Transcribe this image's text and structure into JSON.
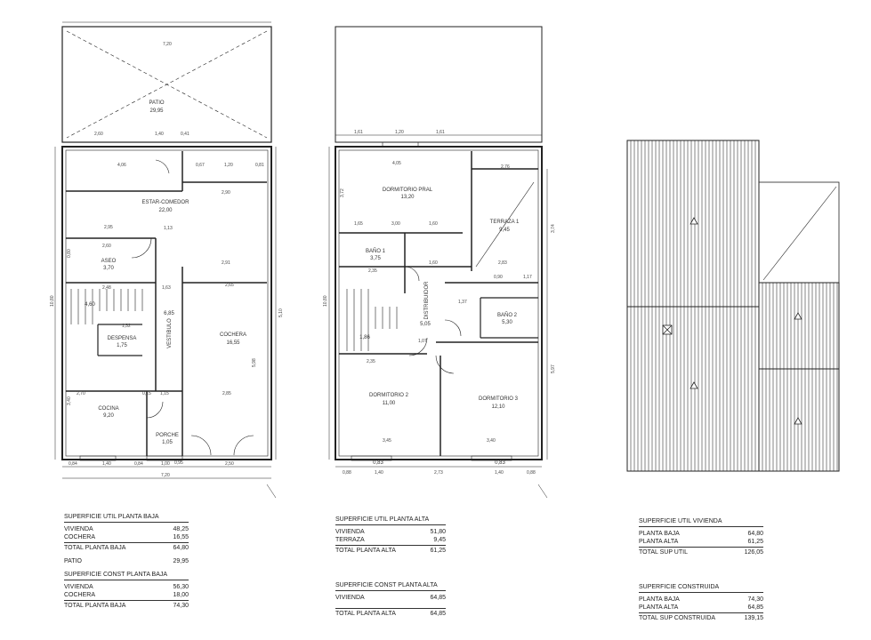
{
  "plan_baja": {
    "rooms": [
      {
        "name": "PATIO",
        "area": "29,95"
      },
      {
        "name": "ESTAR-COMEDOR",
        "area": "22,00"
      },
      {
        "name": "ASEO",
        "area": "3,70"
      },
      {
        "name": "DESPENSA",
        "area": "1,75"
      },
      {
        "name": "VESTIBULO",
        "area": "6,85"
      },
      {
        "name": "COCHERA",
        "area": "16,55"
      },
      {
        "name": "COCINA",
        "area": "9,20"
      },
      {
        "name": "PORCHE",
        "area": "1,05"
      }
    ],
    "extra_areas": [
      "4,60"
    ],
    "dims": [
      "7,20",
      "2,60",
      "1,40",
      "0,41",
      "4,06",
      "0,67",
      "1,20",
      "0,81",
      "2,90",
      "2,95",
      "1,13",
      "2,60",
      "2,91",
      "2,48",
      "1,63",
      "2,65",
      "1,32",
      "2,70",
      "0,15",
      "1,15",
      "2,85",
      "0,84",
      "1,40",
      "0,84",
      "1,00",
      "2,50",
      "7,20",
      "10,80",
      "5,10",
      "3,40",
      "5,98",
      "0,95",
      "0,80"
    ]
  },
  "plan_alta": {
    "rooms": [
      {
        "name": "DORMITORIO PRAL",
        "area": "13,20"
      },
      {
        "name": "TERRAZA 1",
        "area": "9,45"
      },
      {
        "name": "BAÑO 1",
        "area": "3,75"
      },
      {
        "name": "DISTRIBUIDOR",
        "area": "5,05"
      },
      {
        "name": "BAÑO 2",
        "area": "5,30"
      },
      {
        "name": "DORMITORIO 2",
        "area": "11,00"
      },
      {
        "name": "DORMITORIO 3",
        "area": "12,10"
      }
    ],
    "extra_areas": [
      "1,86",
      "0,83",
      "0,83"
    ],
    "dims": [
      "1,61",
      "1,20",
      "1,61",
      "4,05",
      "2,76",
      "1,65",
      "3,00",
      "1,60",
      "2,35",
      "1,60",
      "2,83",
      "0,90",
      "1,17",
      "1,37",
      "1,07",
      "2,35",
      "3,45",
      "3,40",
      "0,88",
      "1,40",
      "2,73",
      "1,40",
      "0,88",
      "10,80",
      "3,74",
      "5,97",
      "3,72"
    ]
  },
  "tables": {
    "baja": {
      "util_title": "SUPERFICIE UTIL PLANTA BAJA",
      "util_rows": [
        {
          "label": "VIVIENDA",
          "value": "48,25"
        },
        {
          "label": "COCHERA",
          "value": "16,55"
        }
      ],
      "util_total": {
        "label": "TOTAL PLANTA BAJA",
        "value": "64,80"
      },
      "patio": {
        "label": "PATIO",
        "value": "29,95"
      },
      "const_title": "SUPERFICIE CONST PLANTA BAJA",
      "const_rows": [
        {
          "label": "VIVIENDA",
          "value": "56,30"
        },
        {
          "label": "COCHERA",
          "value": "18,00"
        }
      ],
      "const_total": {
        "label": "TOTAL PLANTA BAJA",
        "value": "74,30"
      }
    },
    "alta": {
      "util_title": "SUPERFICIE UTIL PLANTA ALTA",
      "util_rows": [
        {
          "label": "VIVIENDA",
          "value": "51,80"
        },
        {
          "label": "TERRAZA",
          "value": "9,45"
        }
      ],
      "util_total": {
        "label": "TOTAL PLANTA ALTA",
        "value": "61,25"
      },
      "const_title": "SUPERFICIE CONST PLANTA ALTA",
      "const_rows": [
        {
          "label": "VIVIENDA",
          "value": "64,85"
        }
      ],
      "const_total": {
        "label": "TOTAL PLANTA ALTA",
        "value": "64,85"
      }
    },
    "vivienda": {
      "util_title": "SUPERFICIE UTIL VIVIENDA",
      "util_rows": [
        {
          "label": "PLANTA BAJA",
          "value": "64,80"
        },
        {
          "label": "PLANTA ALTA",
          "value": "61,25"
        }
      ],
      "util_total": {
        "label": "TOTAL SUP UTIL",
        "value": "126,05"
      },
      "const_title": "SUPERFICIE CONSTRUIDA",
      "const_rows": [
        {
          "label": "PLANTA BAJA",
          "value": "74,30"
        },
        {
          "label": "PLANTA ALTA",
          "value": "64,85"
        }
      ],
      "const_total": {
        "label": "TOTAL SUP CONSTRUIDA",
        "value": "139,15"
      }
    }
  },
  "colors": {
    "line": "#222222",
    "paper": "#ffffff"
  }
}
